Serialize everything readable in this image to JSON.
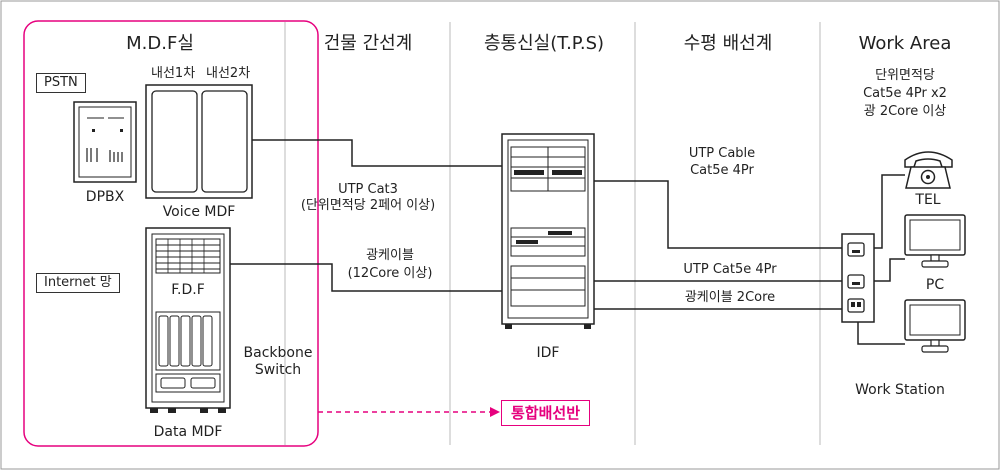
{
  "columns": {
    "mdf": "M.D.F실",
    "building": "건물 간선계",
    "tps": "층통신실(T.P.S)",
    "horizontal": "수평 배선계",
    "work_area": "Work Area"
  },
  "labels": {
    "pstn": "PSTN",
    "naeseon1": "내선1차",
    "naeseon2": "내선2차",
    "dpbx": "DPBX",
    "voice_mdf": "Voice MDF",
    "internet": "Internet 망",
    "fdf": "F.D.F",
    "data_mdf": "Data MDF",
    "backbone_line1": "Backbone",
    "backbone_line2": "Switch",
    "utp_cat3_line1": "UTP Cat3",
    "utp_cat3_line2": "(단위면적당 2페어 이상)",
    "fiber_line1": "광케이블",
    "fiber_line2": "(12Core 이상)",
    "idf": "IDF",
    "utp_cable_line1": "UTP Cable",
    "utp_cable_line2": "Cat5e 4Pr",
    "utp_cat5e": "UTP Cat5e 4Pr",
    "fiber_2core": "광케이블 2Core",
    "wa_line1": "단위면적당",
    "wa_line2": "Cat5e 4Pr x2",
    "wa_line3": "광 2Core 이상",
    "tel": "TEL",
    "pc": "PC",
    "work_station": "Work Station",
    "integrated_panel": "통합배선반"
  },
  "colors": {
    "accent": "#e6007e",
    "line": "#222222",
    "divider": "#bbbbbb"
  }
}
